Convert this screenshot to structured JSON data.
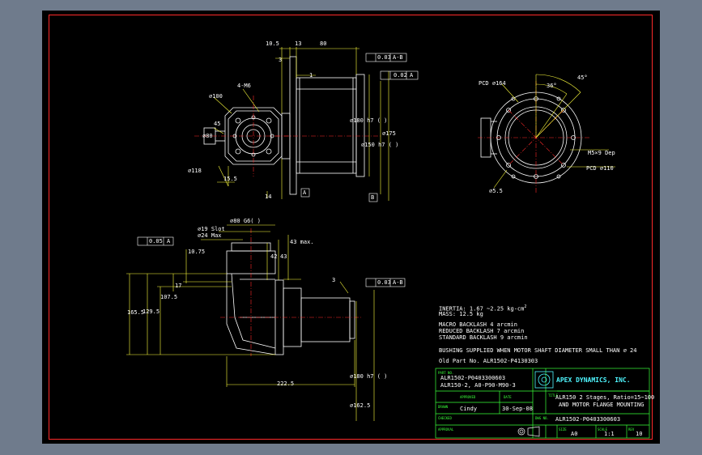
{
  "dims": {
    "top_10_5": "10.5",
    "top_13": "13",
    "top_80": "80",
    "top_3": "3",
    "top_1": "1",
    "tol1": "0.03",
    "tol1_ref": "A-B",
    "tol2": "0.02",
    "tol2_ref": "A",
    "d100": "⌀100",
    "holes": "4-M6",
    "d45": "45",
    "d80": "⌀80",
    "d118": "⌀118",
    "d15_5": "15.5",
    "d14": "14",
    "d180h7": "⌀180 h7 ( )",
    "d150h7": "⌀150 h7 ( )",
    "d175": "⌀175",
    "datumA": "A",
    "datumB": "B",
    "pcd164": "PCD ⌀164",
    "ang45": "45°",
    "ang36": "36°",
    "m5": "M5×9 Dep",
    "pcd110": "PCD ⌀110",
    "d5_5": "⌀5.5",
    "d80g6": "⌀80 G6( )",
    "d19": "⌀19 Slot",
    "d24": "⌀24 Max",
    "ftol": "0.05",
    "ftol_ref": "A",
    "v10_75": "10.75",
    "v42": "42",
    "v43": "43",
    "v43max": "43 max.",
    "v17": "17",
    "v107_5": "107.5",
    "v129_5": "129.5",
    "v165_5": "165.5",
    "v3": "3",
    "tol3": "0.03",
    "tol3_ref": "A-B",
    "v222_5": "222.5",
    "d180h7b": "⌀180 h7 ( )",
    "d162_5": "⌀162.5"
  },
  "notes": {
    "inertia": "INERTIA: 1.67 ~2.25 kg-cm",
    "inertia_sup": "2",
    "mass": "MASS: 12.5 kg",
    "macro": "MACRO BACKLASH 4 arcmin",
    "reduced": "REDUCED BACKLASH 7 arcmin",
    "standard": "STANDARD BACKLASH 9 arcmin",
    "bushing": "BUSHING SUPPLIED WHEN MOTOR SHAFT DIAMETER SMALL THAN ⌀ 24",
    "old": "Old Part No. ALR1502-P4130303"
  },
  "title_block": {
    "part_no_label": "PART NO.",
    "part_no_1": "ALR1502-P0403300603",
    "part_no_2": "ALR150-2, A0-P90-M90-3",
    "approved_label": "APPROVED",
    "drawn_label": "DRAWN",
    "drawn_by": "Cindy",
    "date_label": "DATE",
    "date": "30-Sep-08",
    "checked_label": "CHECKED",
    "approval_label": "APPROVAL",
    "company": "APEX DYNAMICS, INC.",
    "title_label": "TITLE",
    "title_1": "ALR150 2 Stages, Ratio=15~100",
    "title_2": "AND MOTOR FLANGE MOUNTING",
    "dwg_label": "DWG NO.",
    "dwg_no": "ALR1502-P0403300603",
    "size_label": "SIZE",
    "size": "A0",
    "scale_label": "SCALE",
    "scale": "1:1",
    "rev_label": "REV",
    "rev": "10"
  }
}
